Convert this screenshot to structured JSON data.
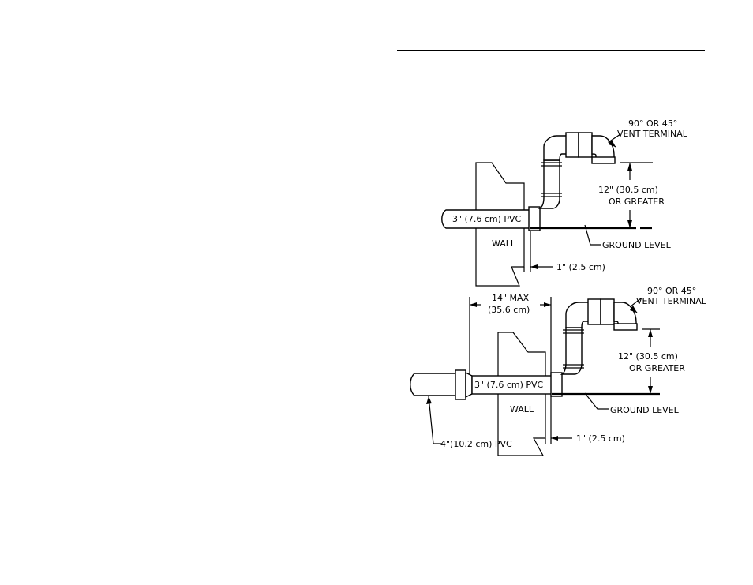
{
  "diagram_top": {
    "vent_terminal": "90° OR 45°",
    "vent_terminal_2": "VENT TERMINAL",
    "height_1": "12\" (30.5 cm)",
    "height_2": "OR GREATER",
    "pipe_label": "3\" (7.6 cm) PVC",
    "wall_label": "WALL",
    "ground_label": "GROUND LEVEL",
    "offset_label": "1\" (2.5 cm)"
  },
  "diagram_bottom": {
    "vent_terminal": "90° OR 45°",
    "vent_terminal_2": "VENT TERMINAL",
    "max_1": "14\" MAX",
    "max_2": "(35.6 cm)",
    "height_1": "12\" (30.5 cm)",
    "height_2": "OR GREATER",
    "pipe_label": "3\" (7.6 cm) PVC",
    "wall_label": "WALL",
    "ground_label": "GROUND LEVEL",
    "offset_label": "1\" (2.5 cm)",
    "large_pipe_label": "4\"(10.2 cm) PVC"
  }
}
